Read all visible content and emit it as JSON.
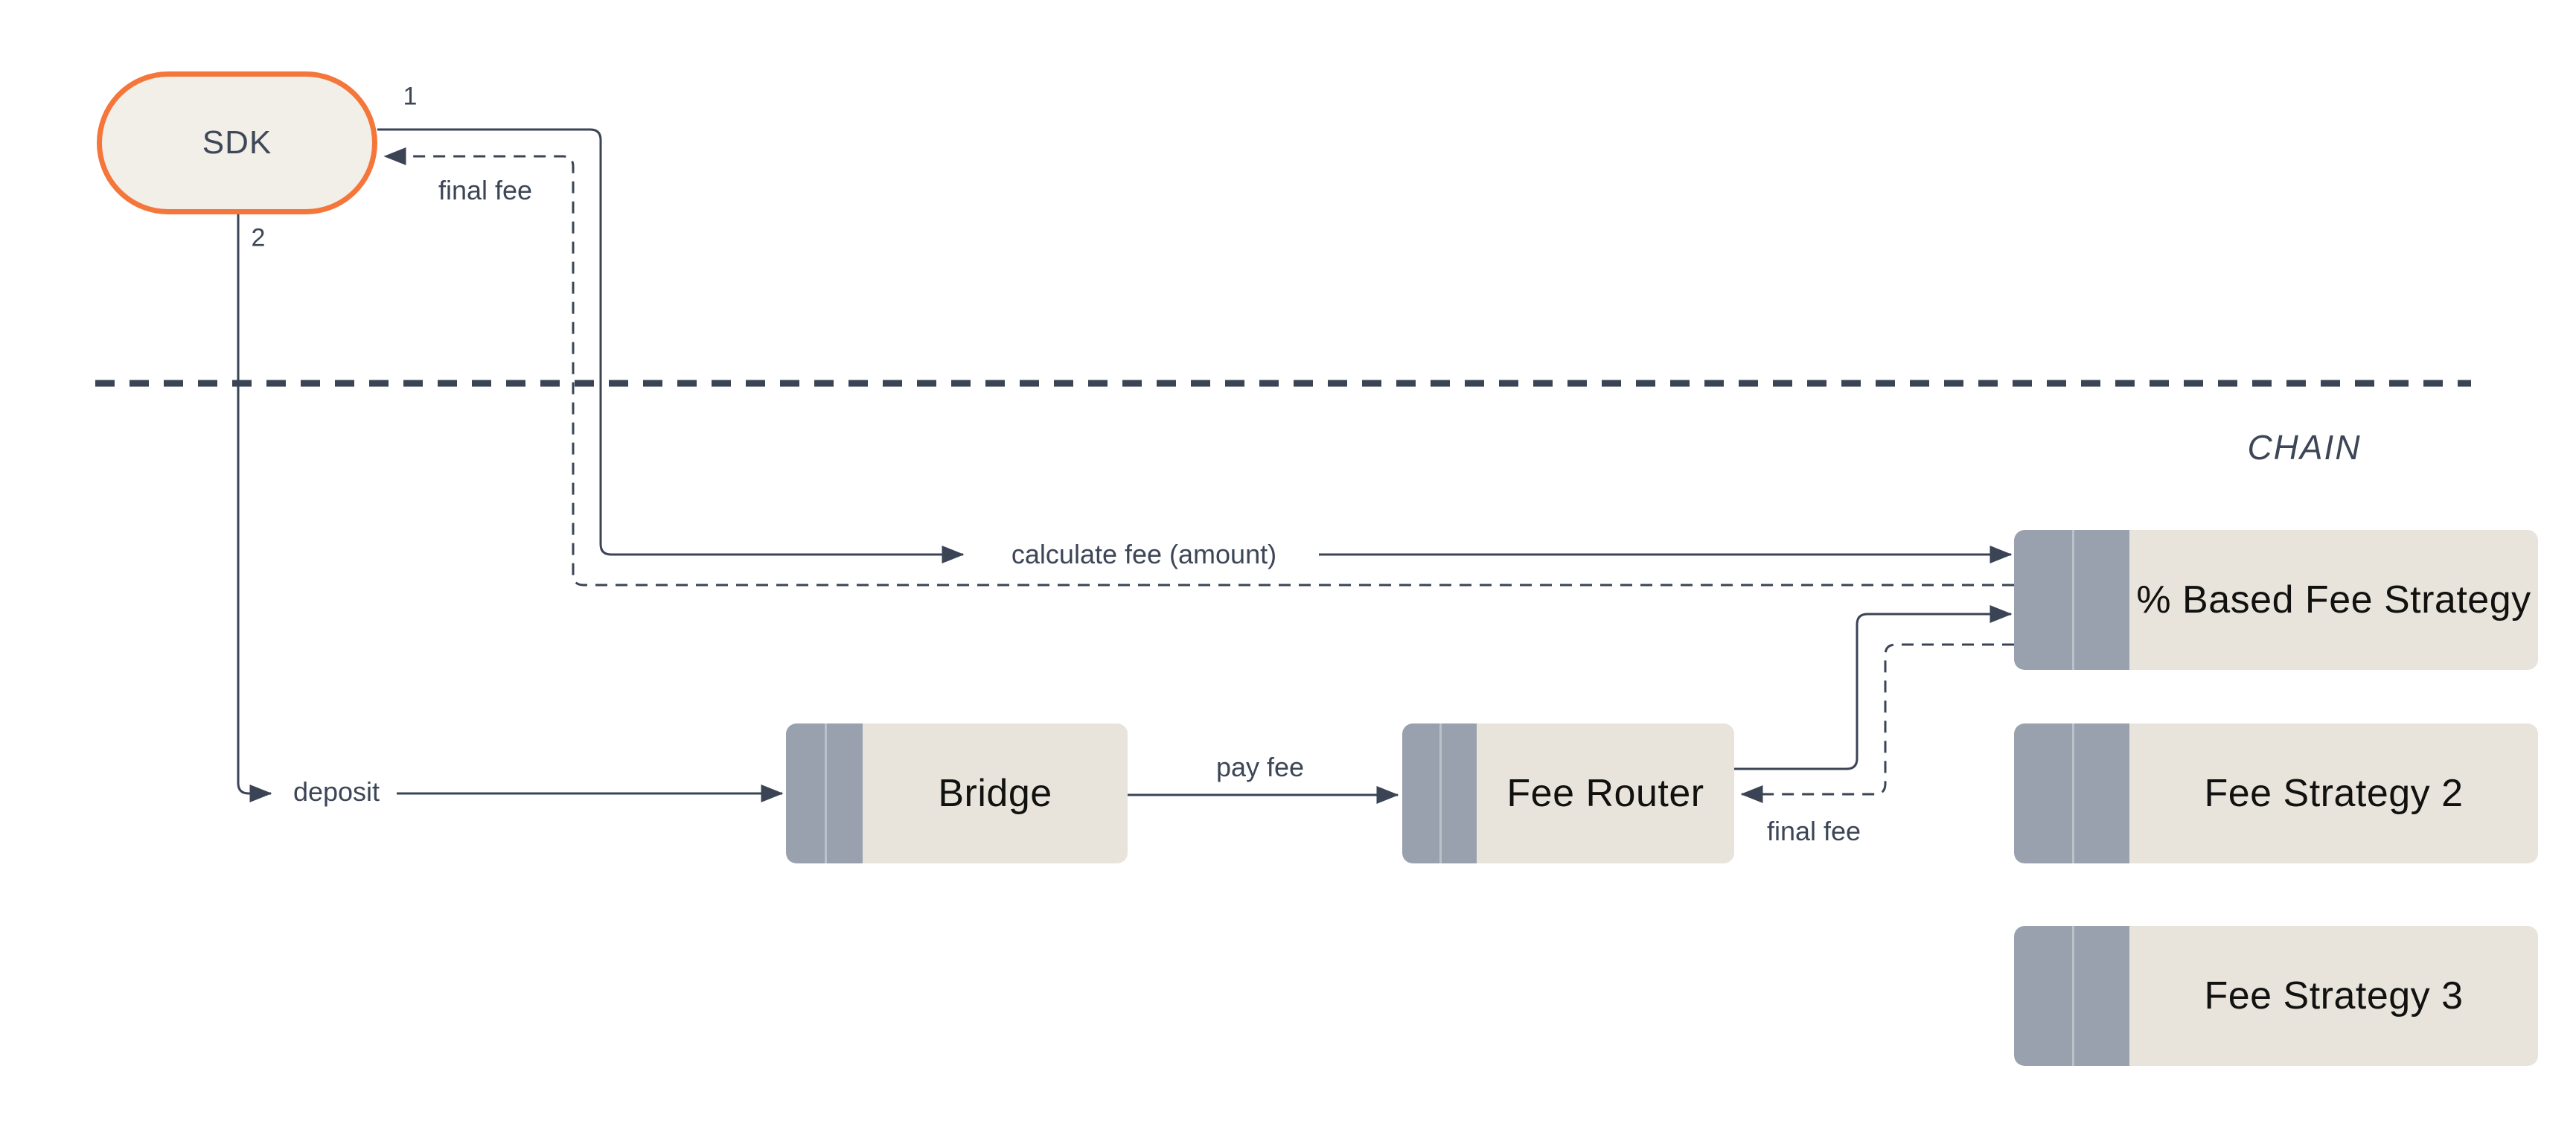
{
  "diagram": {
    "sdk": {
      "label": "SDK",
      "step_top": "1",
      "step_bottom": "2"
    },
    "region": {
      "chain_label": "CHAIN"
    },
    "edges": {
      "calculate_fee": {
        "label": "calculate fee (amount)",
        "style": "solid"
      },
      "final_fee_to_sdk": {
        "label": "final fee",
        "style": "dashed"
      },
      "deposit": {
        "label": "deposit",
        "style": "solid"
      },
      "pay_fee": {
        "label": "pay fee",
        "style": "solid"
      },
      "final_fee_to_router": {
        "label": "final fee",
        "style": "dashed"
      }
    },
    "nodes": {
      "bridge": {
        "label": "Bridge"
      },
      "fee_router": {
        "label": "Fee Router"
      },
      "strategy_percent": {
        "label": "% Based Fee Strategy"
      },
      "strategy_2": {
        "label": "Fee Strategy 2"
      },
      "strategy_3": {
        "label": "Fee Strategy 3"
      }
    },
    "colors": {
      "accent_orange": "#F5763B",
      "node_fill": "#E8E4DC",
      "sdk_fill": "#F2EEE8",
      "tab_gray": "#99A1AE",
      "line_slate": "#3A4454",
      "edge_label_text": "#3C4656",
      "node_text": "#111110",
      "background": "#FFFFFF"
    }
  }
}
